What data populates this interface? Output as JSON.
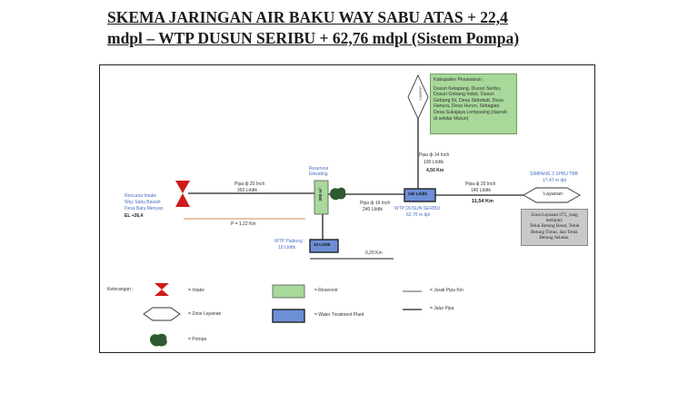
{
  "title": {
    "line1": "SKEMA JARINGAN AIR BAKU WAY SABU ATAS + 22,4",
    "line2": "mdpl – WTP DUSUN SERIBU + 62,76 mdpl (Sistem Pompa)"
  },
  "intake": {
    "label1": "Rencana Intake",
    "label2": "Way Sabu Bawah",
    "label3": "Desa Batu Menyan",
    "elevation": "EL  +26,4"
  },
  "pipe1": {
    "spec": "Pipa ф 20 Inch",
    "flow": "392 Lt/dtk",
    "distance": "P = 1,22 Km"
  },
  "reservoir": {
    "label1": "Reservoir",
    "label2": "Elevating",
    "volume": "200 m³"
  },
  "pipe2": {
    "spec": "Pipa ф 16 Inch",
    "flow": "240 Lt/dtk"
  },
  "wtp_main": {
    "box": "240 Lt/dtk",
    "label1": "WTP DUSUN SERIBU",
    "label2": "62,76 m dpl"
  },
  "wtp_piabung": {
    "box": "10 Lt/dtk",
    "label1": "WTP Piabung",
    "label2": "10 Lt/dtk",
    "distance": "0,20 Km"
  },
  "pipe_up": {
    "spec": "Pipa ф 14 Inch",
    "flow": "100 Lt/dtk",
    "distance": "4,50 Km"
  },
  "pipe_right": {
    "spec": "Pipa ф 20 Inch",
    "flow": "140 Lt/dtk",
    "distance": "11,54 Km"
  },
  "zone_top": {
    "label": "Layanan"
  },
  "zone_right": {
    "label": "Layanan"
  },
  "simpang": {
    "label1": "SIMPANG 3 SPBU TBB",
    "label2": "17,47 m dpl"
  },
  "pesawaran": {
    "lines": [
      "Kabupaten Pesawaran :",
      "Dusun Ketapang, Dusun Seribu,",
      "Dusun Gebang Induk, Dusun",
      "Gebang Ilir, Desa Sidodadi, Desa",
      "Hanura, Desa Hurun, Sebagian",
      "Desa Sukajaya Lempasing (daerah",
      "di sekitar Mutun)"
    ]
  },
  "zona_box": {
    "lines": [
      "Zona Layanan 075, yang",
      "meliputi:",
      "Teluk Betung Barat, Teluk",
      "Betung Timur, dan Teluk",
      "Betung Selatan."
    ]
  },
  "legend": {
    "title": "Keterangan  :",
    "intake": "=  Intake",
    "zone": "=  Zone Layanan",
    "pump": "=  Pompa",
    "reservoir": "=  Reservoir",
    "wtp": "=  Water Treatment  Plant",
    "jarak": "=  Jarak Pipa Km",
    "jalur": "=  Jalur Pipa"
  },
  "colors": {
    "intake_red": "#cc1b1b",
    "reservoir_green": "#a8d89a",
    "wtp_blue": "#6c8fd8",
    "pump_green": "#2f5a2f",
    "label_blue": "#4a6fc7",
    "distance_orange": "#d9894a"
  }
}
